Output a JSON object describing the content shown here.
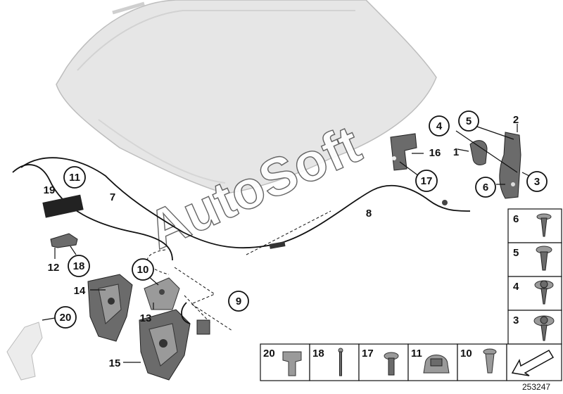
{
  "callouts": [
    {
      "id": "c1",
      "text": "1",
      "circled": false
    },
    {
      "id": "c2",
      "text": "2",
      "circled": false
    },
    {
      "id": "c3",
      "text": "3",
      "circled": true
    },
    {
      "id": "c4",
      "text": "4",
      "circled": true
    },
    {
      "id": "c5",
      "text": "5",
      "circled": true
    },
    {
      "id": "c6",
      "text": "6",
      "circled": true
    },
    {
      "id": "c7",
      "text": "7",
      "circled": false
    },
    {
      "id": "c8",
      "text": "8",
      "circled": false
    },
    {
      "id": "c9",
      "text": "9",
      "circled": true
    },
    {
      "id": "c10",
      "text": "10",
      "circled": true
    },
    {
      "id": "c11",
      "text": "11",
      "circled": true
    },
    {
      "id": "c12",
      "text": "12",
      "circled": false
    },
    {
      "id": "c13",
      "text": "13",
      "circled": false
    },
    {
      "id": "c14",
      "text": "14",
      "circled": false
    },
    {
      "id": "c15",
      "text": "15",
      "circled": false
    },
    {
      "id": "c16",
      "text": "16",
      "circled": false
    },
    {
      "id": "c17",
      "text": "17",
      "circled": true
    },
    {
      "id": "c18",
      "text": "18",
      "circled": true
    },
    {
      "id": "c19",
      "text": "19",
      "circled": false
    },
    {
      "id": "c20",
      "text": "20",
      "circled": true
    }
  ],
  "fastener_column": [
    "6",
    "5",
    "4",
    "3"
  ],
  "fastener_row": [
    "20",
    "18",
    "17",
    "11",
    "10"
  ],
  "watermark": "AutoSoft",
  "reference_number": "253247",
  "colors": {
    "hood_fill": "#e6e6e6",
    "hood_edge": "#bdbdbd",
    "part_dark": "#6b6b6b",
    "line": "#111111"
  }
}
